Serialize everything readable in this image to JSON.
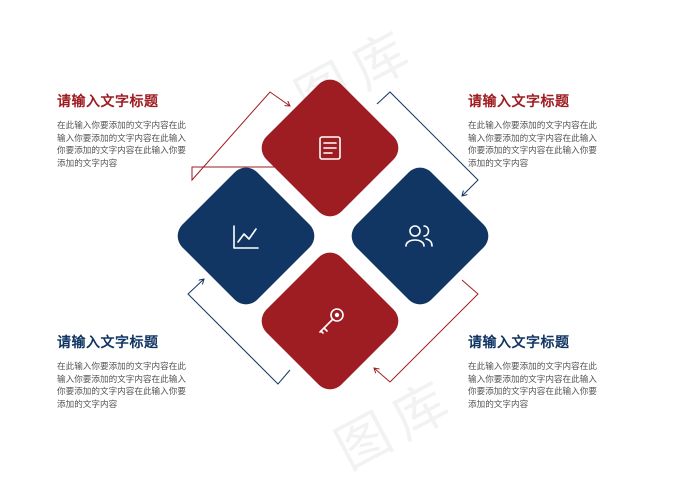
{
  "colors": {
    "red": "#9E1D22",
    "navy": "#123663",
    "body_text": "#555555"
  },
  "blocks": [
    {
      "id": "top-left",
      "title": "请输入文字标题",
      "title_color": "#9E1D22",
      "body": "在此输入你要添加的文字内容在此\n输入你要添加的文字内容在此输入\n你要添加的文字内容在此输入你要\n添加的文字内容"
    },
    {
      "id": "top-right",
      "title": "请输入文字标题",
      "title_color": "#9E1D22",
      "body": "在此输入你要添加的文字内容在此\n输入你要添加的文字内容在此输入\n你要添加的文字内容在此输入你要\n添加的文字内容"
    },
    {
      "id": "bottom-left",
      "title": "请输入文字标题",
      "title_color": "#123663",
      "body": "在此输入你要添加的文字内容在此\n输入你要添加的文字内容在此输入\n你要添加的文字内容在此输入你要\n添加的文字内容"
    },
    {
      "id": "bottom-right",
      "title": "请输入文字标题",
      "title_color": "#123663",
      "body": "在此输入你要添加的文字内容在此\n输入你要添加的文字内容在此输入\n你要添加的文字内容在此输入你要\n添加的文字内容"
    }
  ],
  "diamonds": [
    {
      "position": "top",
      "color": "#9E1D22",
      "icon": "document-icon"
    },
    {
      "position": "left",
      "color": "#123663",
      "icon": "line-chart-icon"
    },
    {
      "position": "right",
      "color": "#123663",
      "icon": "users-icon"
    },
    {
      "position": "bottom",
      "color": "#9E1D22",
      "icon": "key-icon"
    }
  ],
  "watermark": "图库"
}
